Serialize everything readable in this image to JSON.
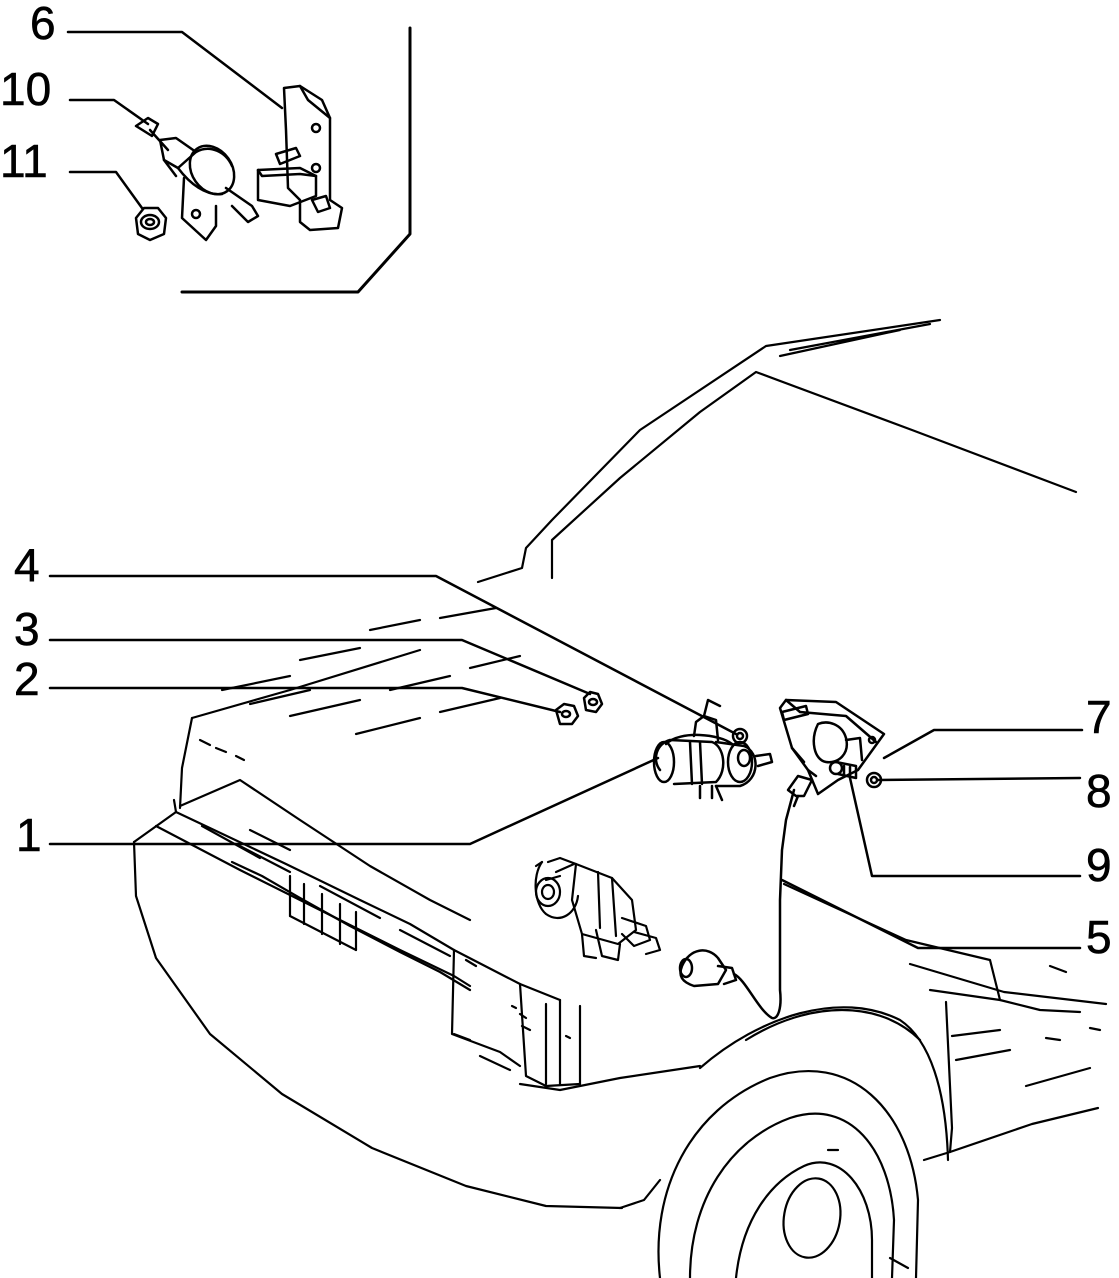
{
  "figure": {
    "callouts": [
      {
        "id": "6",
        "label": "6"
      },
      {
        "id": "10",
        "label": "10"
      },
      {
        "id": "11",
        "label": "11"
      },
      {
        "id": "4",
        "label": "4"
      },
      {
        "id": "3",
        "label": "3"
      },
      {
        "id": "2",
        "label": "2"
      },
      {
        "id": "1",
        "label": "1"
      },
      {
        "id": "7",
        "label": "7"
      },
      {
        "id": "8",
        "label": "8"
      },
      {
        "id": "9",
        "label": "9"
      },
      {
        "id": "5",
        "label": "5"
      }
    ]
  },
  "colors": {
    "ink": "#000000",
    "paper": "#ffffff",
    "shade": "#9a9a9a"
  }
}
